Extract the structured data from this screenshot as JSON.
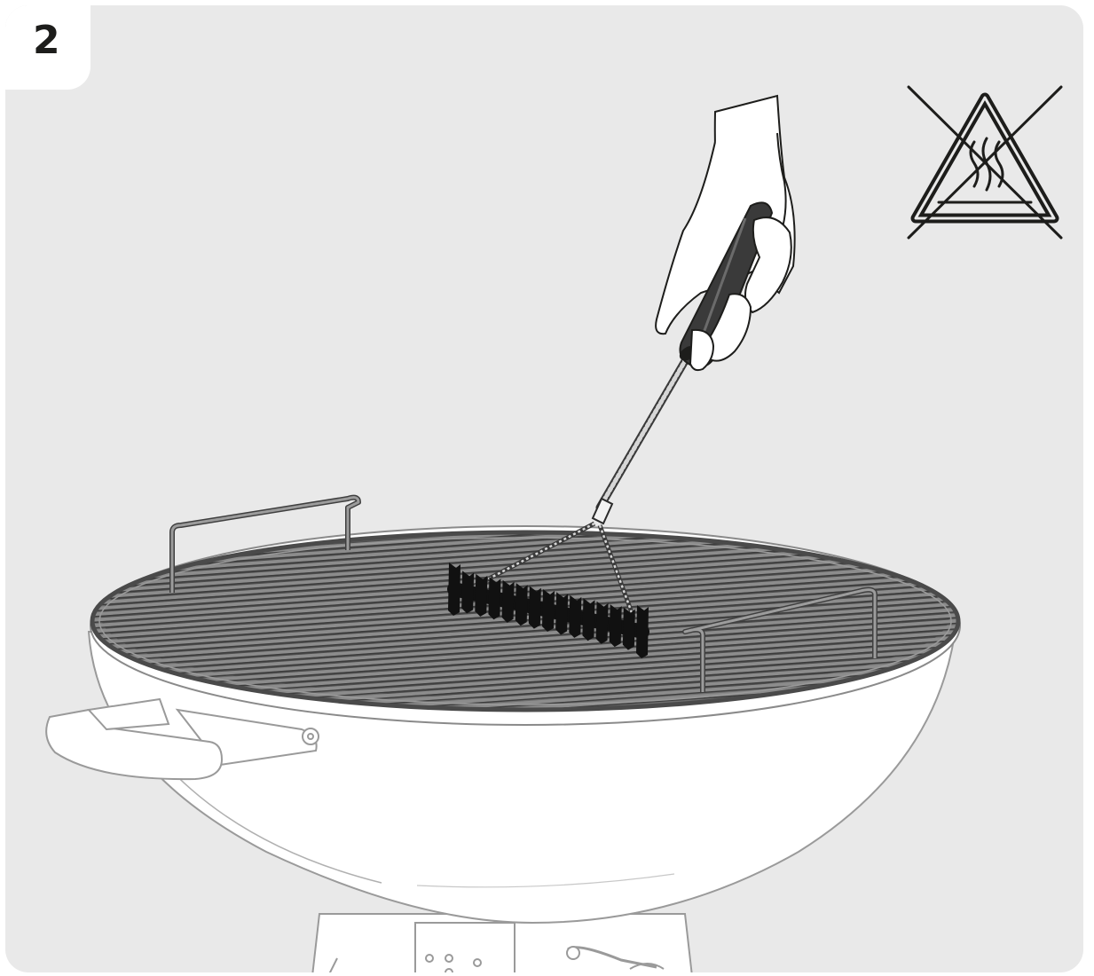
{
  "step": {
    "number": "2"
  },
  "warning_sign": {
    "icon": "no-hot-surface-icon",
    "meaning": "not while hot"
  },
  "illustration": {
    "subject": "cleaning-grill-grate-with-brush"
  },
  "colors": {
    "panel_bg": "#e9e9e9",
    "outline": "#1d1d1b",
    "grate": "#7a7a7a",
    "bowl": "#ffffff",
    "bristles": "#111111"
  }
}
